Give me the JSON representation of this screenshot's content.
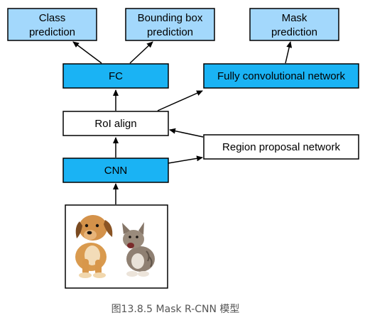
{
  "diagram": {
    "outputs": {
      "class_prediction": [
        "Class",
        "prediction"
      ],
      "bbox_prediction": [
        "Bounding box",
        "prediction"
      ],
      "mask_prediction": [
        "Mask",
        "prediction"
      ]
    },
    "fc": "FC",
    "fcn": "Fully convolutional network",
    "roi_align": "RoI align",
    "rpn": "Region proposal network",
    "cnn": "CNN",
    "input_image": "dog-and-kitten-photo"
  },
  "caption": "图13.8.5  Mask R-CNN 模型",
  "colors": {
    "output_fill": "#a3d8fc",
    "layer_fill": "#1ab3f4",
    "plain_fill": "#ffffff",
    "stroke": "#000000"
  }
}
